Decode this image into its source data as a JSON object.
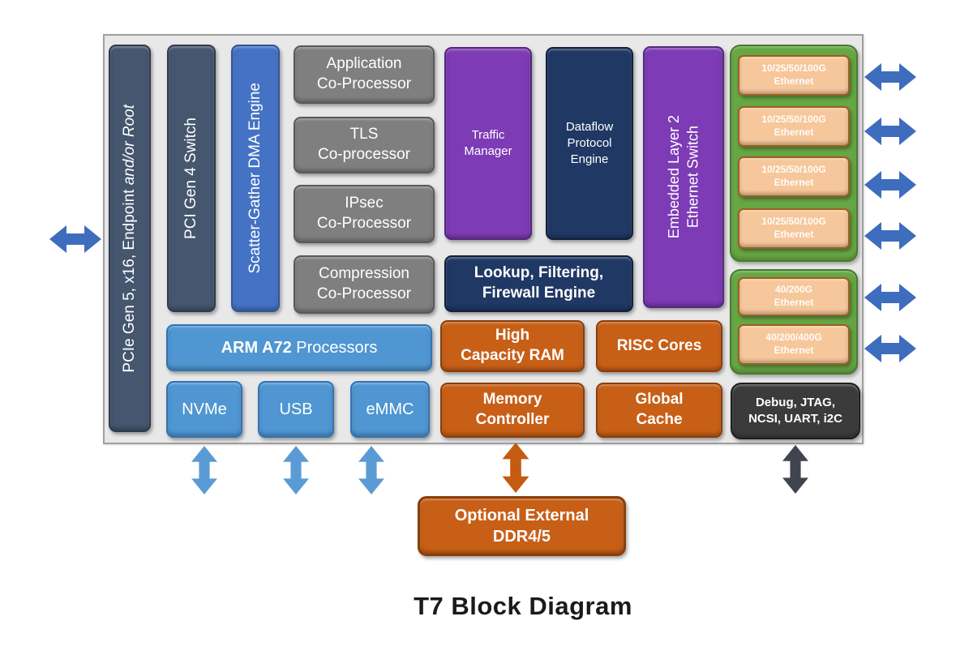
{
  "title": "T7 Block Diagram",
  "blocks": {
    "pcie": {
      "text": "PCIe Gen 5, x16, Endpoint ",
      "italic": "and/or Root"
    },
    "pci_switch": {
      "label": "PCI Gen 4 Switch"
    },
    "dma_engine": {
      "label": "Scatter-Gather DMA Engine"
    },
    "coprocessors": [
      {
        "line1": "Application",
        "line2": "Co-Processor"
      },
      {
        "line1": "TLS",
        "line2": "Co-processor"
      },
      {
        "line1": "IPsec",
        "line2": "Co-Processor"
      },
      {
        "line1": "Compression",
        "line2": "Co-Processor"
      }
    ],
    "traffic_manager": {
      "label": "Traffic Manager"
    },
    "dataflow_engine": {
      "label": "Dataflow Protocol Engine"
    },
    "lookup_engine": {
      "label": "Lookup, Filtering, Firewall Engine"
    },
    "l2_switch": {
      "line1": "Embedded Layer 2",
      "line2": "Ethernet Switch"
    },
    "arm": {
      "bold": "ARM A72",
      "rest": " Processors"
    },
    "nvme": {
      "label": "NVMe"
    },
    "usb": {
      "label": "USB"
    },
    "emmc": {
      "label": "eMMC"
    },
    "hc_ram": {
      "line1": "High",
      "line2": "Capacity RAM"
    },
    "risc_cores": {
      "label": "RISC Cores"
    },
    "memory_controller": {
      "line1": "Memory",
      "line2": "Controller"
    },
    "global_cache": {
      "line1": "Global",
      "line2": "Cache"
    },
    "debug": {
      "line1": "Debug, JTAG,",
      "line2": "NCSI, UART, i2C"
    },
    "external_ddr": {
      "line1": "Optional External",
      "line2": "DDR4/5"
    }
  },
  "ethernet": {
    "ports_100g": [
      {
        "line1": "10/25/50/100G",
        "line2": "Ethernet"
      },
      {
        "line1": "10/25/50/100G",
        "line2": "Ethernet"
      },
      {
        "line1": "10/25/50/100G",
        "line2": "Ethernet"
      },
      {
        "line1": "10/25/50/100G",
        "line2": "Ethernet"
      }
    ],
    "port_200g": {
      "line1": "40/200G",
      "line2": "Ethernet"
    },
    "port_400g": {
      "prefix": "40/200/",
      "bold": "400G",
      "line2": "Ethernet"
    }
  },
  "colors": {
    "chip_background": "#E9E8E8",
    "slate_blue": "#45566E",
    "medium_blue": "#4472C4",
    "light_blue": "#4F96D2",
    "gray": "#7F7F7F",
    "purple": "#7D3BB5",
    "navy": "#1F3864",
    "orange": "#C85F17",
    "peach": "#F6C79B",
    "green": "#66A744",
    "dark_gray": "#3B3B3B",
    "arrow_blue": "#3E6DBE",
    "arrow_light_blue": "#5B9BD5",
    "arrow_orange": "#C55A11",
    "arrow_dark": "#3F4450"
  }
}
